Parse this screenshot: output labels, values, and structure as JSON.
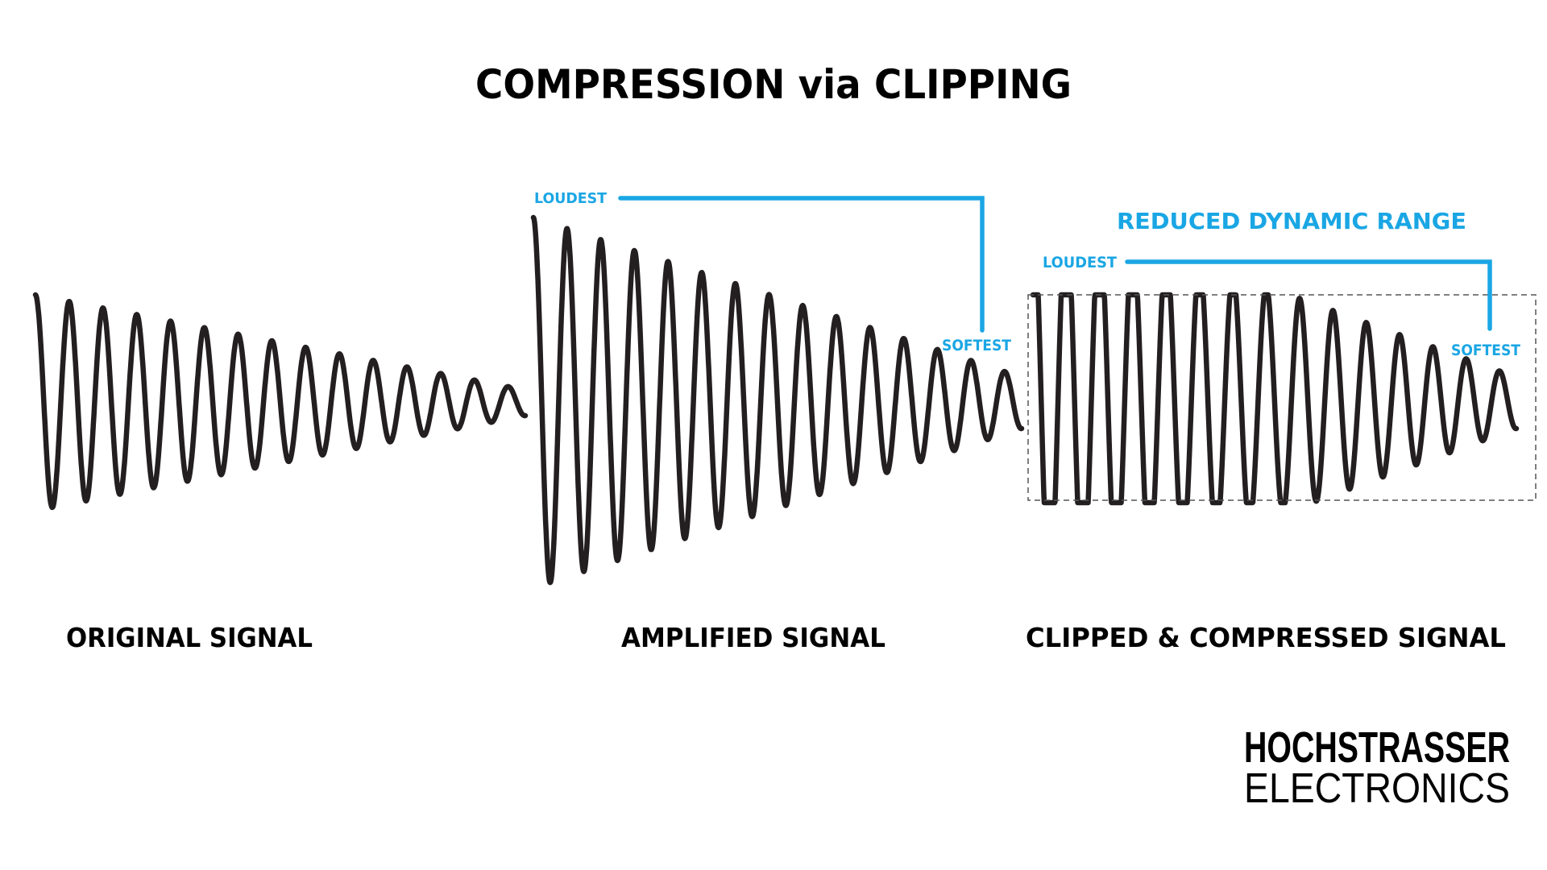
{
  "title": "COMPRESSION via CLIPPING",
  "colors": {
    "wave": "#231f20",
    "accent": "#1aa6e4",
    "text": "#000000",
    "box": "#555555"
  },
  "panels": [
    {
      "id": "original",
      "caption": "ORIGINAL SIGNAL"
    },
    {
      "id": "amplified",
      "caption": "AMPLIFIED SIGNAL",
      "loudest_label": "LOUDEST",
      "softest_label": "SOFTEST"
    },
    {
      "id": "clipped",
      "caption": "CLIPPED & COMPRESSED SIGNAL",
      "loudest_label": "LOUDEST",
      "softest_label": "SOFTEST",
      "range_label": "REDUCED DYNAMIC RANGE"
    }
  ],
  "logo": {
    "line1": "HOCHSTRASSER",
    "line2": "ELECTRONICS"
  }
}
